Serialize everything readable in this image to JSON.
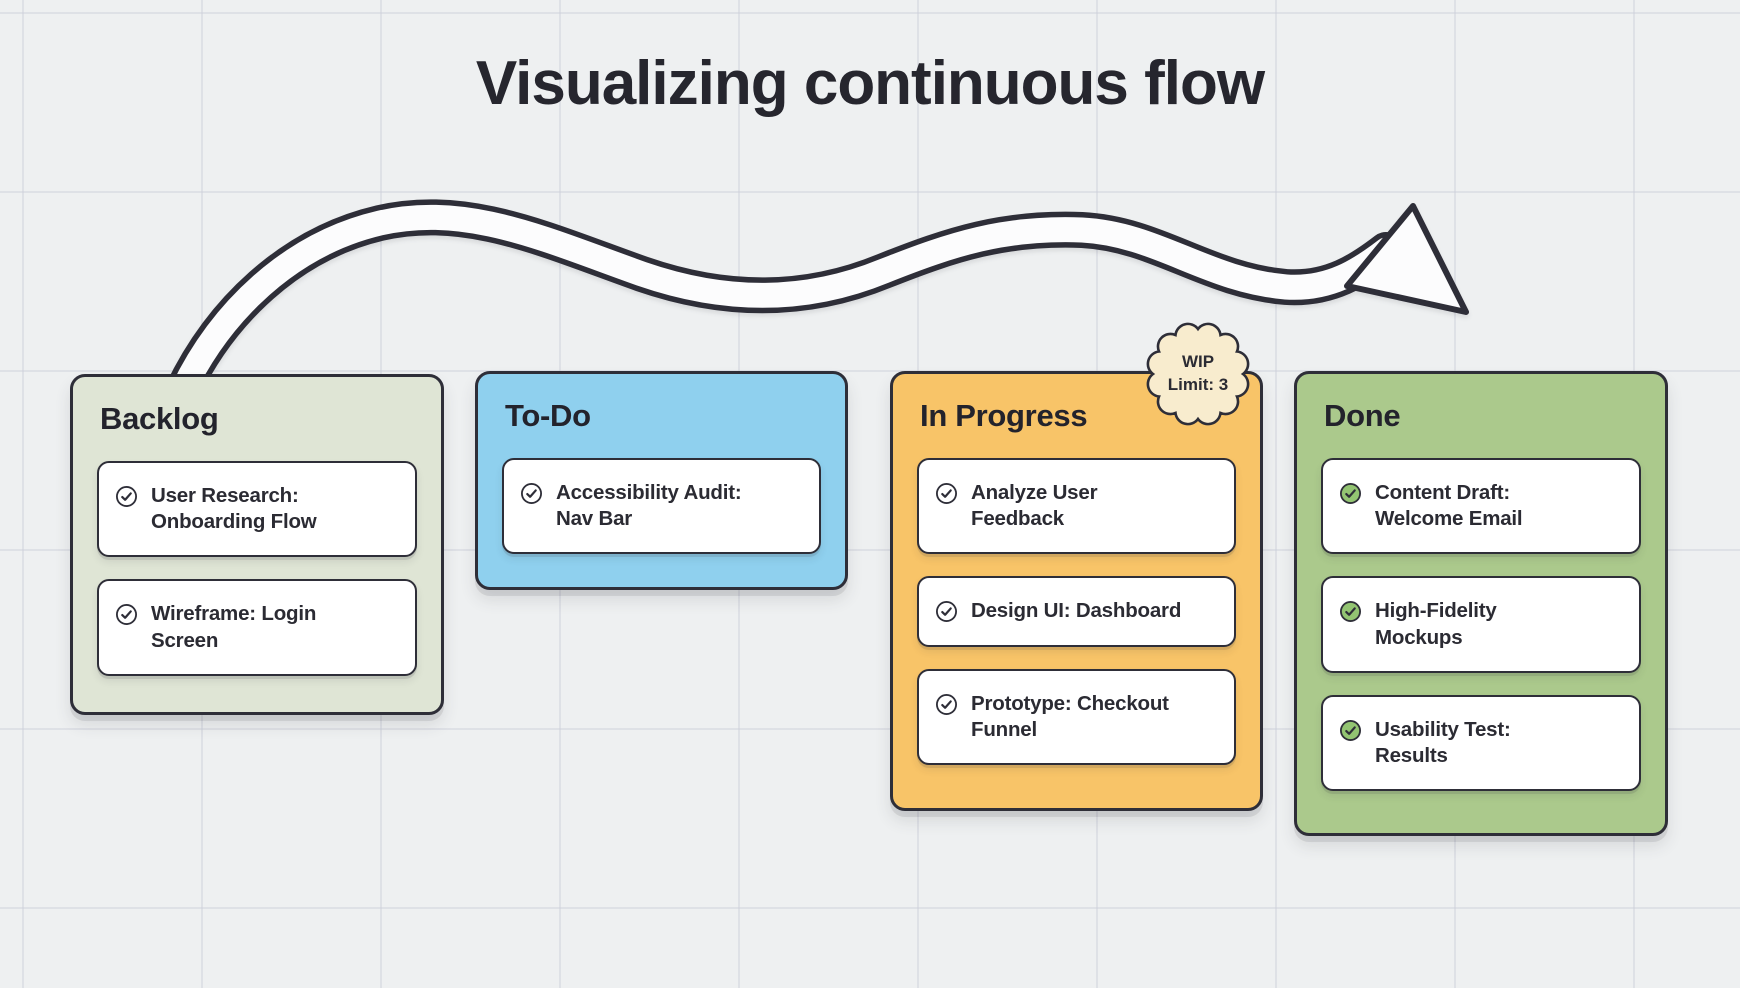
{
  "page": {
    "title": "Visualizing continuous flow"
  },
  "wip_badge": {
    "text": "WIP\nLimit: 3"
  },
  "board": {
    "columns": [
      {
        "id": "backlog",
        "label": "Backlog",
        "cards": [
          {
            "label": "User Research:\nOnboarding Flow",
            "status": "open"
          },
          {
            "label": "Wireframe: Login\nScreen",
            "status": "open"
          }
        ]
      },
      {
        "id": "todo",
        "label": "To-Do",
        "cards": [
          {
            "label": "Accessibility Audit:\nNav Bar",
            "status": "open"
          }
        ]
      },
      {
        "id": "in-progress",
        "label": "In Progress",
        "cards": [
          {
            "label": "Analyze User\nFeedback",
            "status": "open"
          },
          {
            "label": "Design UI: Dashboard",
            "status": "open"
          },
          {
            "label": "Prototype: Checkout\nFunnel",
            "status": "open"
          }
        ]
      },
      {
        "id": "done",
        "label": "Done",
        "cards": [
          {
            "label": "Content Draft:\nWelcome Email",
            "status": "done"
          },
          {
            "label": "High-Fidelity\nMockups",
            "status": "done"
          },
          {
            "label": "Usability Test:\nResults",
            "status": "done"
          }
        ]
      }
    ]
  },
  "colors": {
    "background": "#eef0f1",
    "border": "#2e2e38",
    "card": "#ffffff",
    "backlog": "#dfe5d5",
    "todo": "#8fd0ee",
    "in_progress": "#f8c468",
    "done": "#abc98c",
    "done_check": "#93c472",
    "badge": "#f8ecce",
    "title_text": "#26262e"
  }
}
